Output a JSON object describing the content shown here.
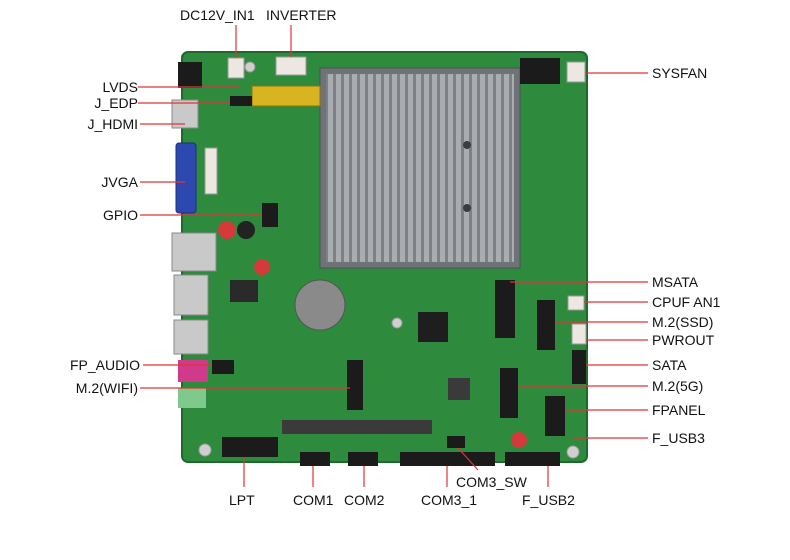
{
  "colors": {
    "pcb": "#2e8a3c",
    "pcb_dark": "#1d6a2c",
    "heatsink": "#6f7378",
    "heatsink_fin": "#a7abb0",
    "connector_black": "#1b1b1b",
    "header_yellow": "#d8b520",
    "vga_blue": "#2d49b0",
    "audio_pink": "#d13a8a",
    "audio_green": "#7fc98a",
    "white_conn": "#ece8e1",
    "leader": "#e03535"
  },
  "labels": {
    "dc12v_in1": "DC12V_IN1",
    "inverter": "INVERTER",
    "lvds": "LVDS",
    "j_edp": "J_EDP",
    "j_hdmi": "J_HDMI",
    "jvga": "JVGA",
    "gpio": "GPIO",
    "fp_audio": "FP_AUDIO",
    "m2_wifi": "M.2(WIFI)",
    "lpt": "LPT",
    "com1": "COM1",
    "com2": "COM2",
    "com3_1": "COM3_1",
    "com3_sw": "COM3_SW",
    "f_usb2": "F_USB2",
    "sysfan": "SYSFAN",
    "msata": "MSATA",
    "cpuf_an1": "CPUF AN1",
    "m2_ssd": "M.2(SSD)",
    "pwrout": "PWROUT",
    "sata": "SATA",
    "m2_5g": "M.2(5G)",
    "fpanel": "FPANEL",
    "f_usb3": "F_USB3"
  }
}
